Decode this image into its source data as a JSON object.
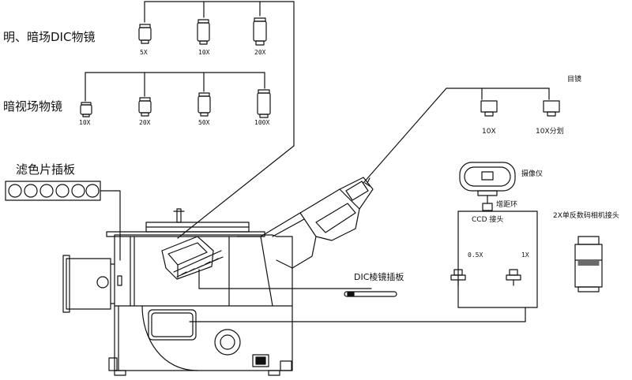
{
  "groups": {
    "bright_dark_dic": {
      "label": "明、暗场DIC物镜",
      "objectives": [
        "5X",
        "10X",
        "20X"
      ]
    },
    "dark_field": {
      "label": "暗视场物镜",
      "objectives": [
        "10X",
        "20X",
        "50X",
        "100X"
      ]
    },
    "filter_slider": {
      "label": "滤色片插板"
    },
    "dic_prism_slider": {
      "label": "DIC棱镜插板"
    },
    "eyepieces": {
      "label": "目镜",
      "items": [
        "10X",
        "10X分划"
      ]
    },
    "camera": {
      "label": "摄像仪"
    },
    "spacer": {
      "label": "增距环"
    },
    "ccd": {
      "label": "CCD 接头",
      "options": [
        "0.5X",
        "1X"
      ]
    },
    "slr": {
      "label": "2X单反数码相机接头"
    }
  }
}
